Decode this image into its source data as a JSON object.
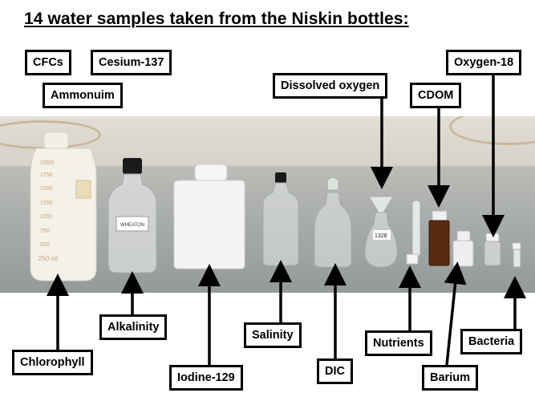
{
  "title": "14 water samples taken from the Niskin bottles:",
  "labels_top": {
    "cfcs": "CFCs",
    "cesium": "Cesium-137",
    "ammonium": "Ammonuim",
    "dissolved_oxygen": "Dissolved oxygen",
    "cdom": "CDOM",
    "oxygen18": "Oxygen-18"
  },
  "labels_bottom": {
    "chlorophyll": "Chlorophyll",
    "alkalinity": "Alkalinity",
    "iodine": "Iodine-129",
    "salinity": "Salinity",
    "dic": "DIC",
    "nutrients": "Nutrients",
    "barium": "Barium",
    "bacteria": "Bacteria"
  },
  "bottle_text": {
    "big_bottle_marks": "2000l 1750 1500 1250 1000 750 500 250 ml",
    "alkalinity_label": "WHEATON",
    "oxygen_flask_number": "1328"
  },
  "colors": {
    "label_border": "#000000",
    "label_bg": "#ffffff",
    "arrow": "#000000",
    "cdom_bottle": "#5a2a12"
  }
}
